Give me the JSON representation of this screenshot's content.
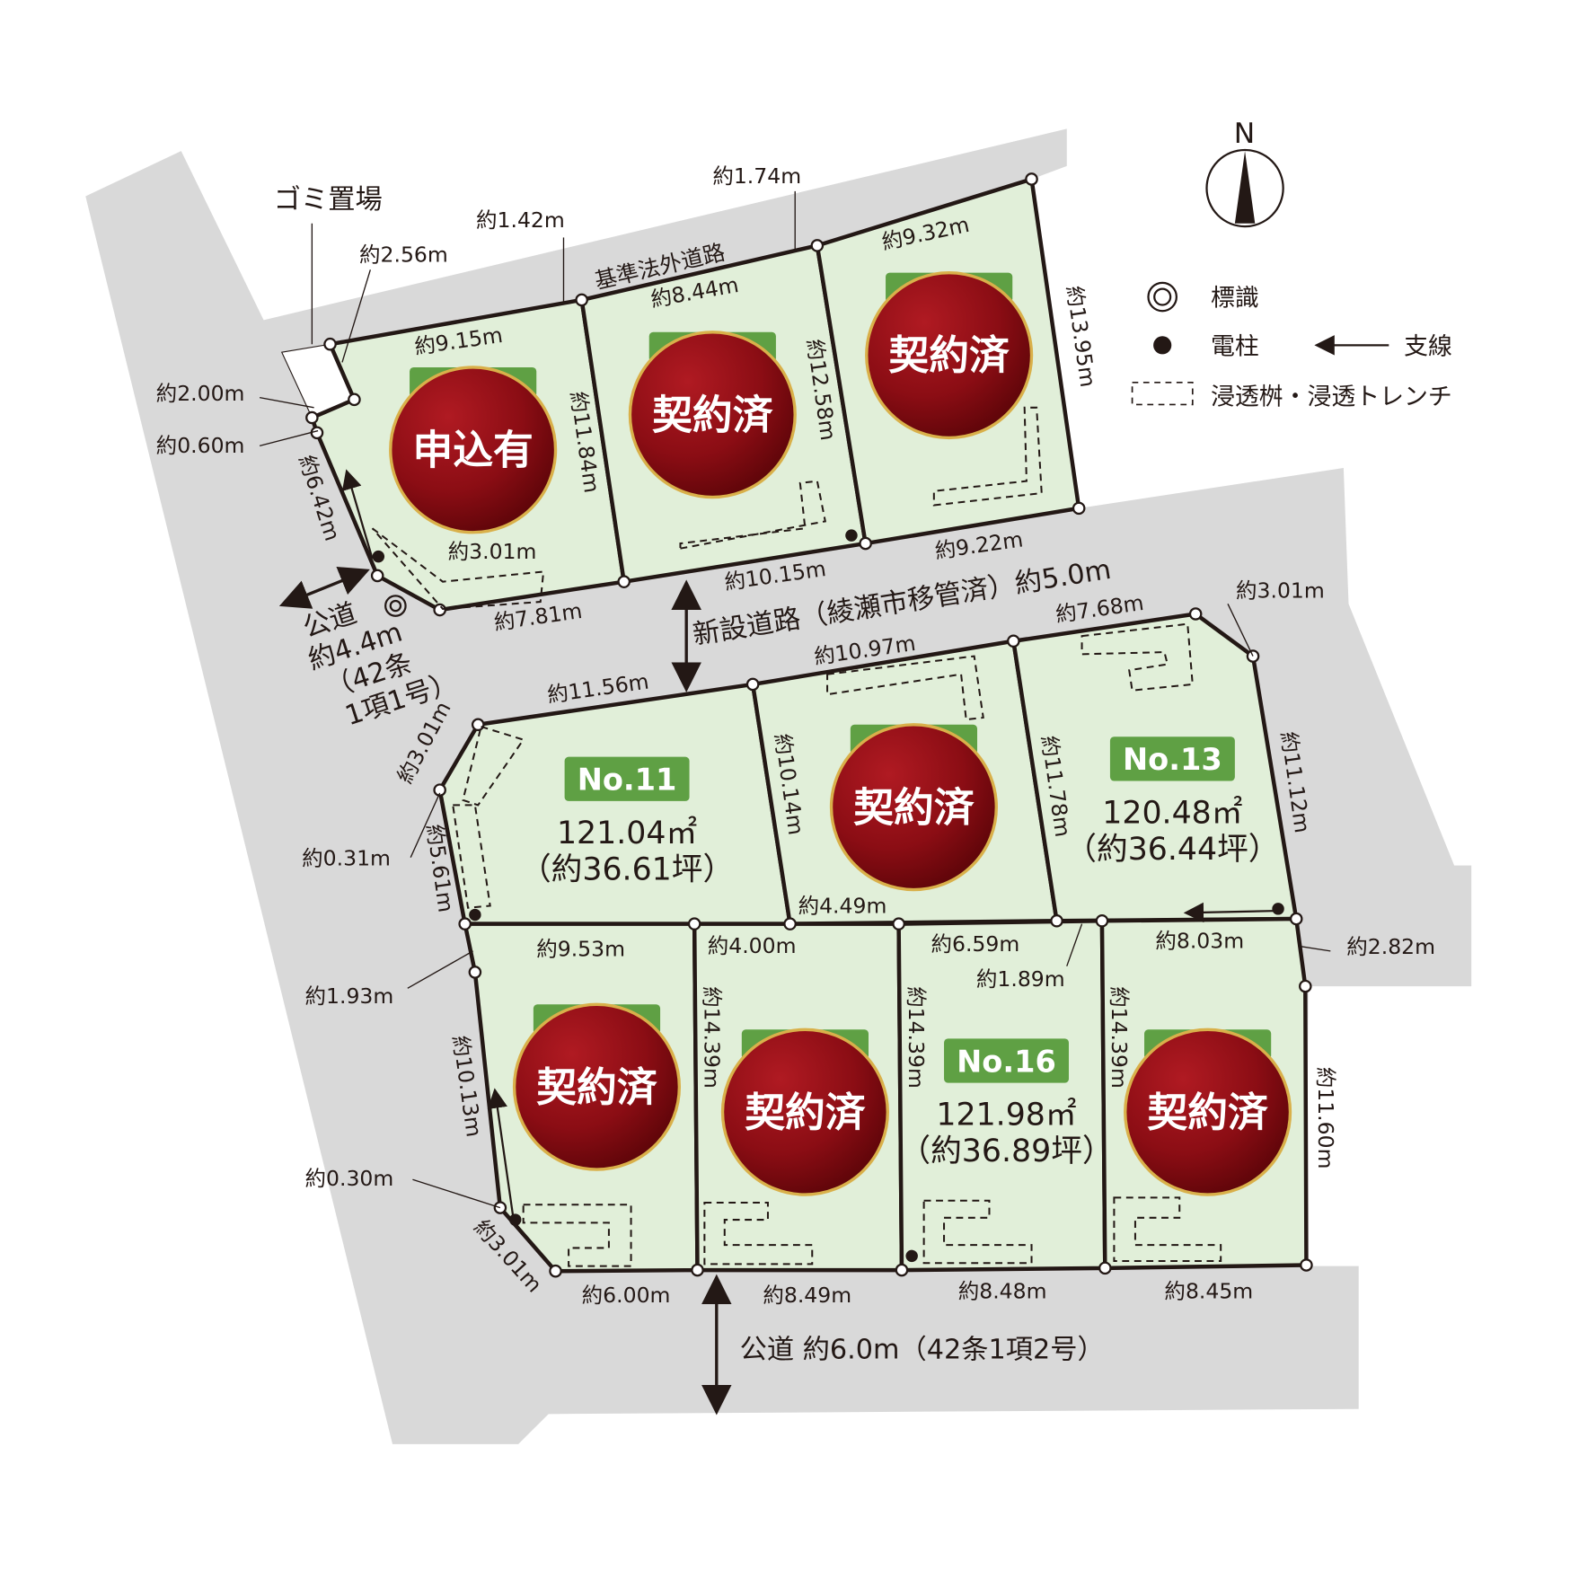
{
  "colors": {
    "lot_fill": "#e1efd9",
    "road": "#d9d9d9",
    "boundary": "#231815",
    "stamp": "#8b0d14",
    "stamp_ring": "#d9b04a",
    "lot_badge": "#5fa044"
  },
  "labels": {
    "garbage": "ゴミ置場",
    "outside_road": "基準法外道路",
    "new_road": "新設道路（綾瀬市移管済）約5.0m",
    "public_road_left": [
      "公道",
      "約4.4m",
      "（42条",
      "1項1号）"
    ],
    "public_road_bottom": "公道 約6.0m（42条1項2号）"
  },
  "north": "N",
  "legend": {
    "sign": "標識",
    "pole": "電柱",
    "stay_wire": "支線",
    "infiltration": "浸透桝・浸透トレンチ"
  },
  "lots": [
    {
      "status": "申込有"
    },
    {
      "status": "契約済"
    },
    {
      "status": "契約済"
    },
    {
      "no": "No.11",
      "area": "121.04㎡",
      "tsubo": "（約36.61坪）"
    },
    {
      "status": "契約済"
    },
    {
      "no": "No.13",
      "area": "120.48㎡",
      "tsubo": "（約36.44坪）"
    },
    {
      "status": "契約済"
    },
    {
      "status": "契約済"
    },
    {
      "no": "No.16",
      "area": "121.98㎡",
      "tsubo": "（約36.89坪）"
    },
    {
      "status": "契約済"
    }
  ],
  "dimensions": [
    "約1.74m",
    "約1.42m",
    "約2.56m",
    "約9.15m",
    "約8.44m",
    "約9.32m",
    "約13.95m",
    "約2.00m",
    "約0.60m",
    "約6.42m",
    "約11.84m",
    "約12.58m",
    "約3.01m",
    "約7.81m",
    "約10.15m",
    "約9.22m",
    "約3.01m",
    "約7.68m",
    "約10.97m",
    "約11.56m",
    "約3.01m",
    "約0.31m",
    "約5.61m",
    "約10.14m",
    "約11.78m",
    "約11.12m",
    "約4.49m",
    "約9.53m",
    "約4.00m",
    "約6.59m",
    "約1.89m",
    "約8.03m",
    "約2.82m",
    "約1.93m",
    "約10.13m",
    "約14.39m",
    "約14.39m",
    "約14.39m",
    "約11.60m",
    "約0.30m",
    "約3.01m",
    "約6.00m",
    "約8.49m",
    "約8.48m",
    "約8.45m"
  ]
}
